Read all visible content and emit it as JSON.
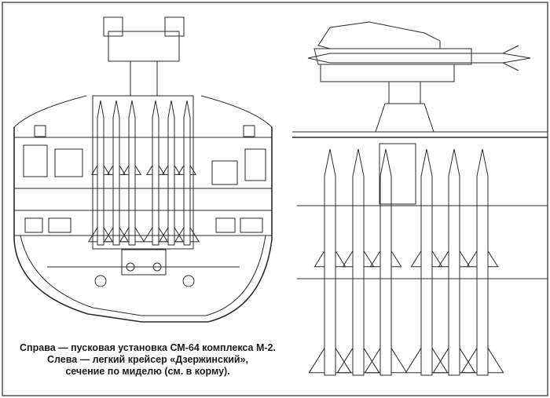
{
  "caption": {
    "line1": "Справа — пусковая установка СМ-64 комплекса М-2.",
    "line2": "Слева — легкий крейсер «Дзержинский»,",
    "line3": "сечение по миделю (см. в корму)."
  },
  "colors": {
    "ink": "#2a2a2a",
    "paper": "#ffffff"
  }
}
